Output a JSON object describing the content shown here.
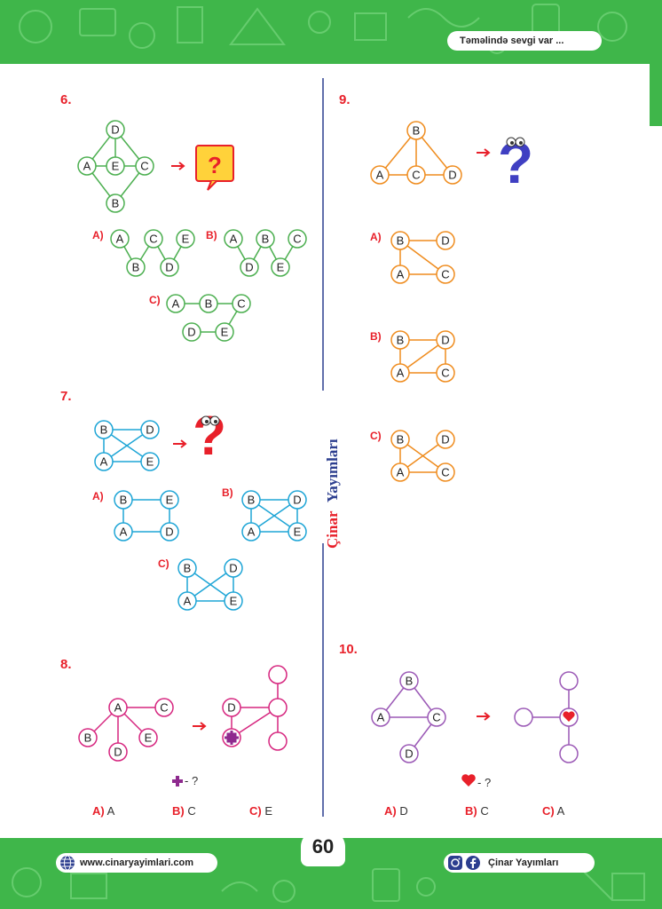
{
  "header": {
    "tagline": "Təməlində sevgi var ..."
  },
  "footer": {
    "website": "www.cinaryayimlari.com",
    "social": "Çinar Yayımları",
    "page_number": "60"
  },
  "publisher_vertical": {
    "part1": "Çinar",
    "part2": "Yayımları"
  },
  "q6": {
    "num": "6.",
    "options": [
      "A)",
      "B)",
      "C)"
    ]
  },
  "q7": {
    "num": "7.",
    "options": [
      "A)",
      "B)",
      "C)"
    ]
  },
  "q8": {
    "num": "8.",
    "question": "- ?",
    "answers": [
      {
        "label": "A)",
        "value": "A"
      },
      {
        "label": "B)",
        "value": "C"
      },
      {
        "label": "C)",
        "value": "E"
      }
    ]
  },
  "q9": {
    "num": "9.",
    "options": [
      "A)",
      "B)",
      "C)"
    ]
  },
  "q10": {
    "num": "10.",
    "question": "- ?",
    "answers": [
      {
        "label": "A)",
        "value": "D"
      },
      {
        "label": "B)",
        "value": "C"
      },
      {
        "label": "C)",
        "value": "A"
      }
    ]
  },
  "colors": {
    "green": "#3fb64a",
    "red": "#e8202a",
    "q6": "#4caf50",
    "q7": "#1ea5d6",
    "q8": "#d6267f",
    "q9": "#ef8c1e",
    "q10": "#9b59b6"
  },
  "icons": {
    "question_box": "question-mark-sign-icon",
    "q7_mascot": "question-mark-character-icon",
    "q9_mascot": "question-mark-character-icon",
    "plus": "plus-icon",
    "heart": "heart-icon",
    "globe": "globe-icon",
    "instagram": "instagram-icon",
    "facebook": "facebook-icon"
  }
}
